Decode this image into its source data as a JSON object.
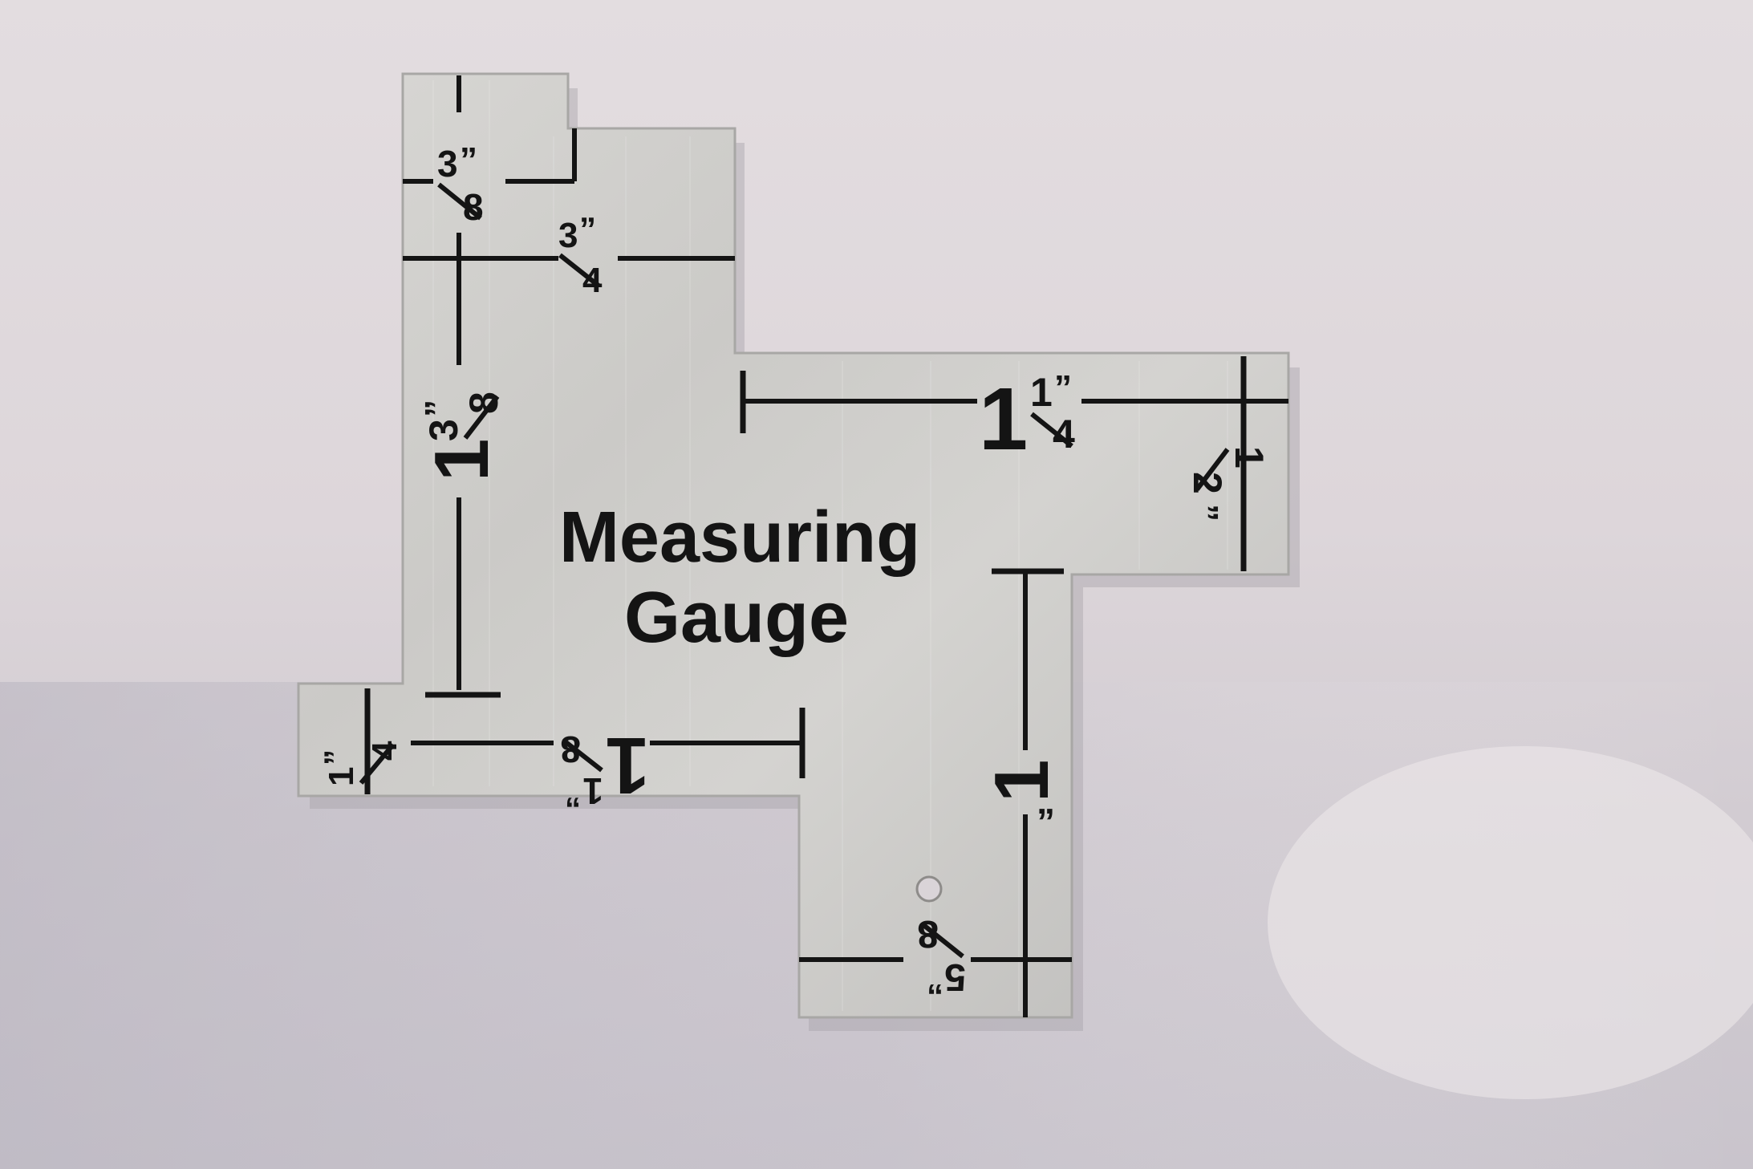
{
  "gauge": {
    "title_line1": "Measuring",
    "title_line2": "Gauge",
    "marks": {
      "m_3_8": {
        "whole": "",
        "num": "3",
        "den": "8",
        "inch": "”"
      },
      "m_3_4": {
        "whole": "",
        "num": "3",
        "den": "4",
        "inch": "”"
      },
      "m_1_3_8": {
        "whole": "1",
        "num": "3",
        "den": "8",
        "inch": "”"
      },
      "m_1_1_4": {
        "whole": "1",
        "num": "1",
        "den": "4",
        "inch": "”"
      },
      "m_1_2": {
        "whole": "",
        "num": "1",
        "den": "2",
        "inch": "”"
      },
      "m_1": {
        "whole": "1",
        "inch": "”"
      },
      "m_1_4": {
        "whole": "",
        "num": "1",
        "den": "4",
        "inch": "”"
      },
      "m_1_1_8": {
        "whole": "1",
        "num": "1",
        "den": "8",
        "inch": "”"
      },
      "m_5_8": {
        "whole": "",
        "num": "5",
        "den": "8",
        "inch": "”"
      }
    }
  },
  "colors": {
    "paper": "#ddd6da",
    "metal": "#c9c8c6",
    "ink": "#141414"
  }
}
